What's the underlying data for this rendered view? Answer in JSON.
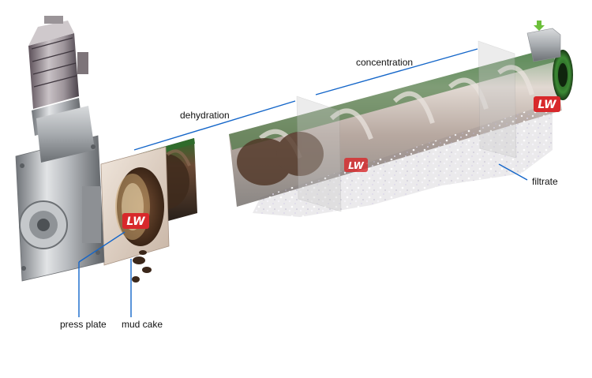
{
  "labels": {
    "concentration": "concentration",
    "dehydration": "dehydration",
    "filtrate": "filtrate",
    "press_plate": "press plate",
    "mud_cake": "mud cake"
  },
  "logos": {
    "brand_mark": "LW"
  },
  "colors": {
    "callout_line": "#1466c9",
    "tube_green": "#3c7d36",
    "metal_grey": "#9a9ea3",
    "sludge_brown": "#5a3a22",
    "logo_red": "#d8282b",
    "inlet_arrow": "#6cbf3a"
  }
}
